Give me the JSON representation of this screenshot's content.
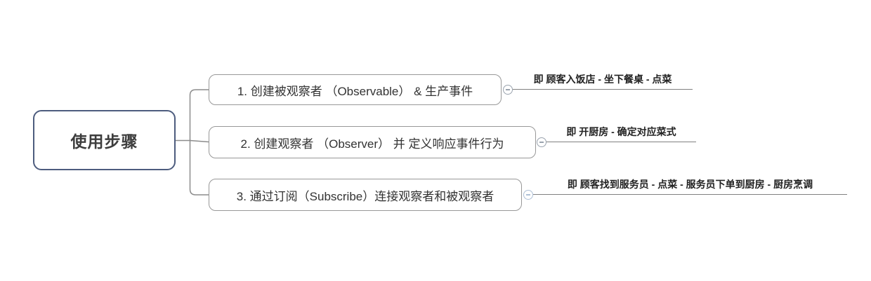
{
  "root": {
    "label": "使用步骤"
  },
  "branches": [
    {
      "label": "1. 创建被观察者 （Observable） & 生产事件",
      "note": "即 顾客入饭店 - 坐下餐桌 - 点菜",
      "toggle_icon": "minus-circle"
    },
    {
      "label": "2. 创建观察者 （Observer） 并 定义响应事件行为",
      "note": "即 开厨房 - 确定对应菜式",
      "toggle_icon": "minus-circle"
    },
    {
      "label": "3. 通过订阅（Subscribe）连接观察者和被观察者",
      "note": "即 顾客找到服务员 - 点菜 - 服务员下单到厨房 - 厨房烹调",
      "toggle_icon": "minus-circle"
    }
  ],
  "colors": {
    "background": "#ffffff",
    "root_border": "#4d5c7e",
    "branch_border": "#989898",
    "connector_line": "#8c8c8c",
    "note_underline": "#808080",
    "root_text": "#3d3d3d",
    "branch_text": "#333333",
    "note_text": "#222222",
    "toggle_stroke": "#9aa3ae"
  }
}
